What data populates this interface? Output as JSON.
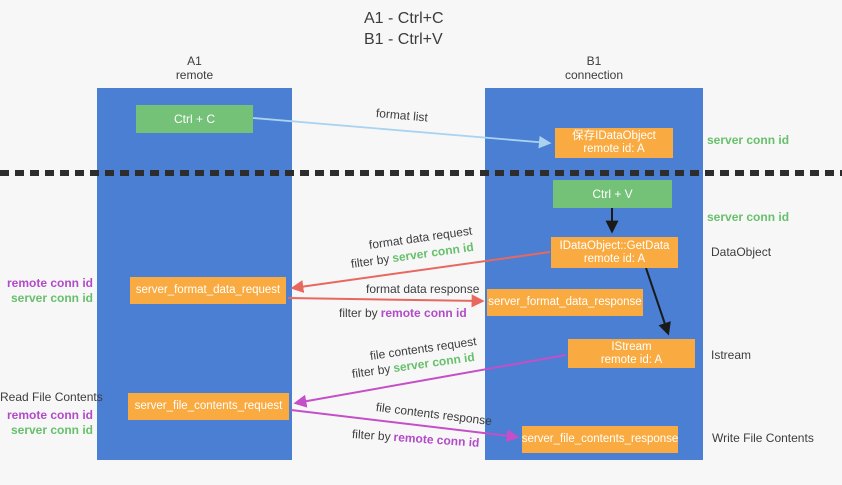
{
  "title": {
    "line1": "A1 - Ctrl+C",
    "line2": "B1 - Ctrl+V"
  },
  "lanes": {
    "left": {
      "title": "A1",
      "subtitle": "remote"
    },
    "right": {
      "title": "B1",
      "subtitle": "connection"
    }
  },
  "nodes": {
    "ctrl_c": {
      "label": "Ctrl + C"
    },
    "ctrl_v": {
      "label": "Ctrl + V"
    },
    "save_idataobject": {
      "line1": "保存IDataObject",
      "line2": "remote id: A"
    },
    "getdata": {
      "line1": "IDataObject::GetData",
      "line2": "remote id: A"
    },
    "istream": {
      "line1": "IStream",
      "line2": "remote id: A"
    },
    "format_request": {
      "label": "server_format_data_request"
    },
    "format_response": {
      "label": "server_format_data_response"
    },
    "file_request": {
      "label": "server_file_contents_request"
    },
    "file_response": {
      "label": "server_file_contents_response"
    }
  },
  "arrow_labels": {
    "format_list": "format list",
    "format_data_request": "format data request",
    "format_data_response": "format data response",
    "file_contents_request": "file contents request",
    "file_contents_response": "file contents response",
    "filter_by": "filter by",
    "server_conn_id": "server conn id",
    "remote_conn_id": "remote conn id"
  },
  "side_labels": {
    "server_conn_id": "server conn id",
    "remote_conn_id": "remote conn id",
    "dataobject": "DataObject",
    "istream": "Istream",
    "read_file_contents": "Read File Contents",
    "write_file_contents": "Write File Contents"
  },
  "colors": {
    "lane_blue": "#4a7fd3",
    "node_green": "#74c277",
    "node_orange": "#f9ab41",
    "server_conn_green": "#67c06b",
    "remote_conn_purple": "#b24bc8",
    "format_arrow_red": "#e8685f",
    "file_arrow_magenta": "#c44fc8",
    "format_list_blue": "#a9d3f0",
    "flow_arrow_black": "#1a1a1a",
    "background": "#f7f7f7"
  }
}
